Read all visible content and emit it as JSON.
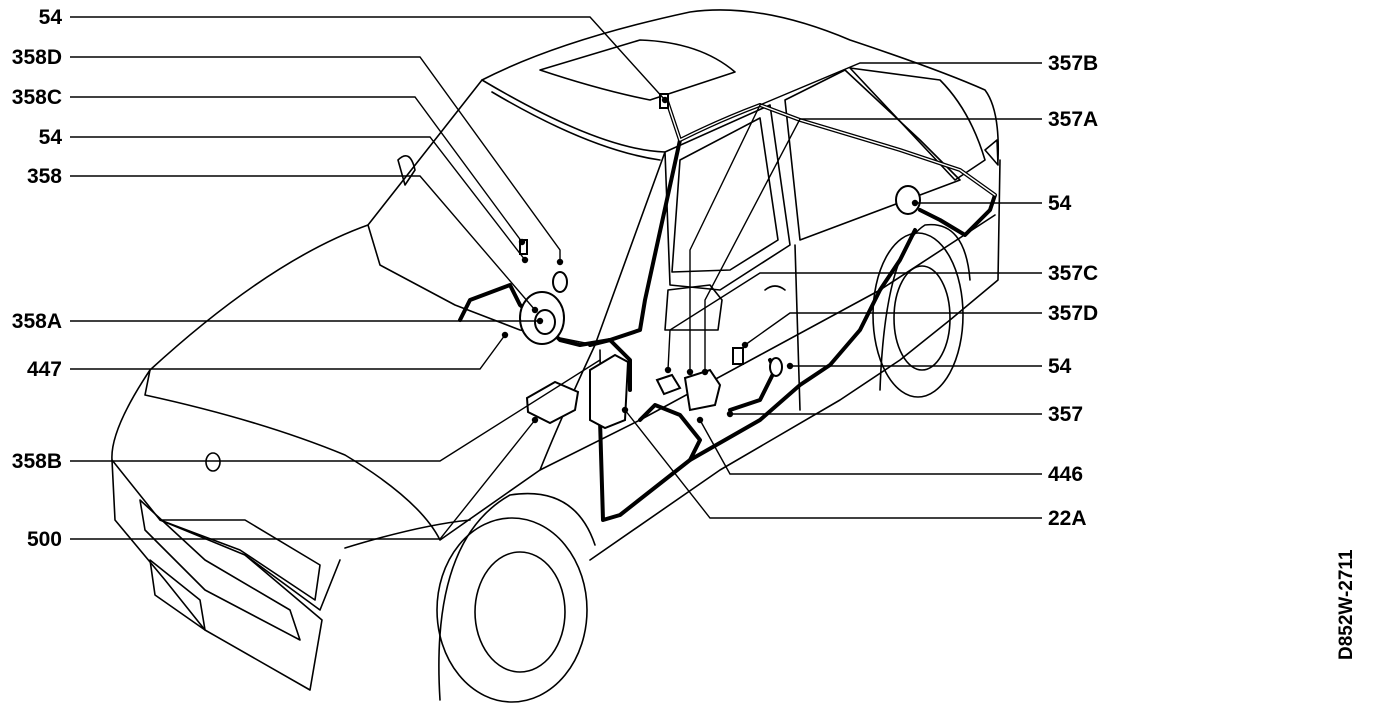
{
  "diagram": {
    "drawing_code": "D852W-2711",
    "labels": {
      "left": [
        "54",
        "358D",
        "358C",
        "54",
        "358",
        "358A",
        "447",
        "358B",
        "500"
      ],
      "right": [
        "357B",
        "357A",
        "54",
        "357C",
        "357D",
        "54",
        "357",
        "446",
        "22A"
      ]
    }
  }
}
